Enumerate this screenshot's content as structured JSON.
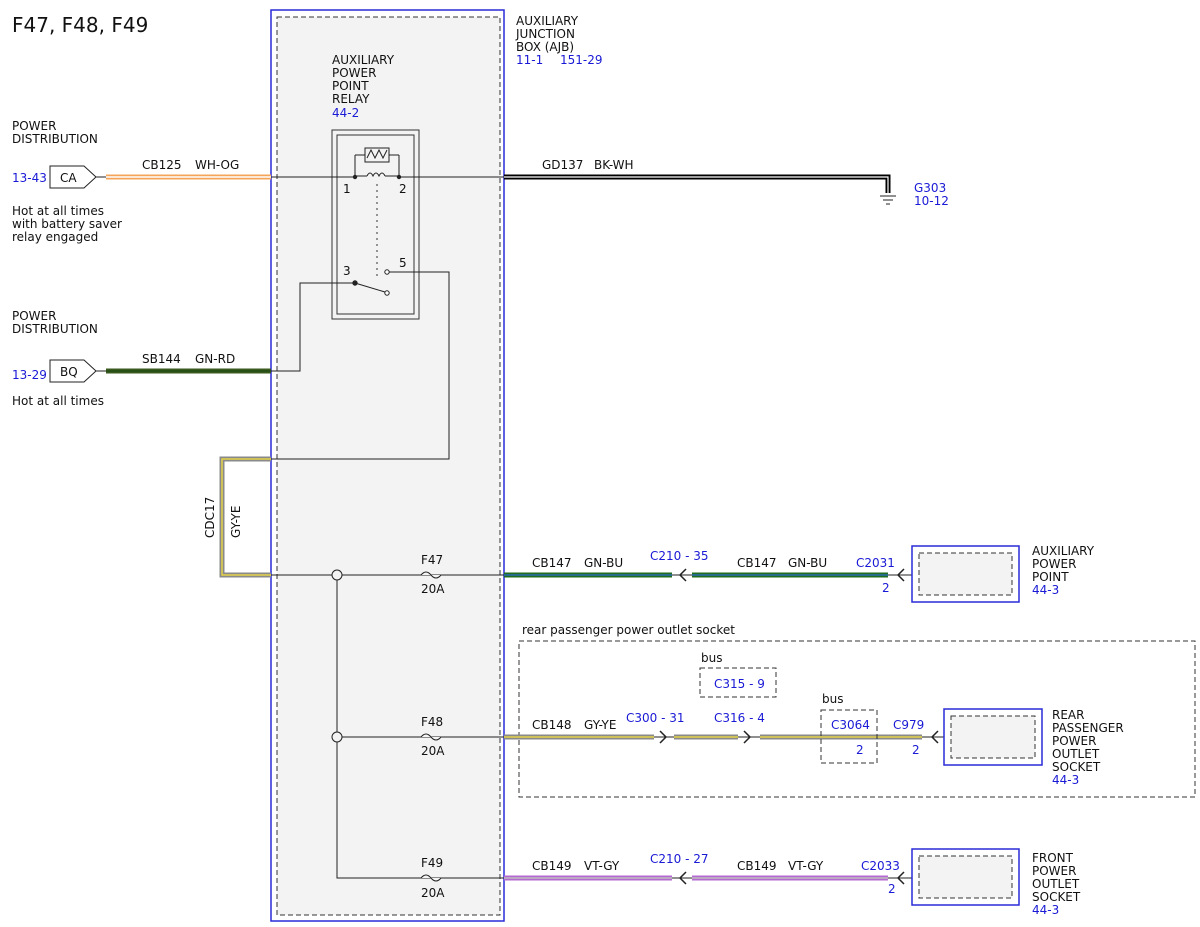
{
  "title": "F47, F48, F49",
  "ajb": {
    "lines": [
      "AUXILIARY",
      "JUNCTION",
      "BOX (AJB)"
    ],
    "refs": [
      "11-1",
      "151-29"
    ]
  },
  "relay": {
    "lines": [
      "AUXILIARY",
      "POWER",
      "POINT",
      "RELAY"
    ],
    "ref": "44-2",
    "pins": [
      "1",
      "2",
      "3",
      "5"
    ]
  },
  "pd1": {
    "lines": [
      "POWER",
      "DISTRIBUTION"
    ],
    "ref": "13-43",
    "connector": "CA",
    "note": [
      "Hot at all times",
      "with battery saver",
      "relay engaged"
    ]
  },
  "pd2": {
    "lines": [
      "POWER",
      "DISTRIBUTION"
    ],
    "ref": "13-29",
    "connector": "BQ",
    "note": [
      "Hot at all times"
    ]
  },
  "wires": {
    "cb125": {
      "circuit": "CB125",
      "color": "WH-OG"
    },
    "sb144": {
      "circuit": "SB144",
      "color": "GN-RD"
    },
    "gd137": {
      "circuit": "GD137",
      "color": "BK-WH"
    },
    "cdc17": {
      "circuit": "CDC17",
      "color": "GY-YE"
    },
    "cb147a": {
      "circuit": "CB147",
      "color": "GN-BU"
    },
    "cb147b": {
      "circuit": "CB147",
      "color": "GN-BU"
    },
    "cb148": {
      "circuit": "CB148",
      "color": "GY-YE"
    },
    "cb149a": {
      "circuit": "CB149",
      "color": "VT-GY"
    },
    "cb149b": {
      "circuit": "CB149",
      "color": "VT-GY"
    }
  },
  "ground": {
    "name": "G303",
    "ref": "10-12"
  },
  "fuses": [
    {
      "name": "F47",
      "rating": "20A"
    },
    {
      "name": "F48",
      "rating": "20A"
    },
    {
      "name": "F49",
      "rating": "20A"
    }
  ],
  "connectors": {
    "c210_35": "C210 - 35",
    "c2031": "C2031",
    "c2031_pin": "2",
    "c300_31": "C300 - 31",
    "c316_4": "C316 - 4",
    "c315_9": "C315 - 9",
    "c3064": "C3064",
    "c3064_pin": "2",
    "c979": "C979",
    "c979_pin": "2",
    "c210_27": "C210 - 27",
    "c2033": "C2033",
    "c2033_pin": "2"
  },
  "bus_label": "bus",
  "rear_group_label": "rear passenger power outlet socket",
  "devices": {
    "aux": {
      "lines": [
        "AUXILIARY",
        "POWER",
        "POINT"
      ],
      "ref": "44-3"
    },
    "rear": {
      "lines": [
        "REAR",
        "PASSENGER",
        "POWER",
        "OUTLET",
        "SOCKET"
      ],
      "ref": "44-3"
    },
    "front": {
      "lines": [
        "FRONT",
        "POWER",
        "OUTLET",
        "SOCKET"
      ],
      "ref": "44-3"
    }
  },
  "colors": {
    "box_outline": "#2a2ad8",
    "ref_text": "#1a1ad6",
    "wh_og": "#f5a55a",
    "gn": "#1f6b1f",
    "gn_rd": "#3a5a1f",
    "gy": "#8a8a8a",
    "ye": "#e6d34a",
    "vt": "#b46ad0",
    "bk": "#000000"
  }
}
